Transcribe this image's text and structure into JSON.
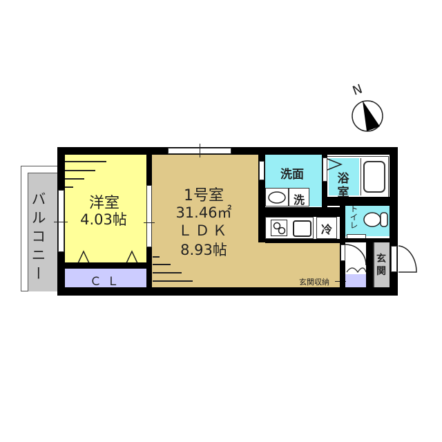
{
  "floorplan": {
    "unit_name": "1号室",
    "unit_area": "31.46㎡",
    "ldk": {
      "label": "ＬＤＫ",
      "size": "8.93帖",
      "color": "#e0c98a"
    },
    "western_room": {
      "label": "洋室",
      "size": "4.03帖",
      "color": "#ffff99"
    },
    "closet": {
      "label": "ＣＬ",
      "color": "#ccccff"
    },
    "balcony": {
      "label": "バルコニー",
      "color": "#c8c8c8"
    },
    "washroom": {
      "label": "洗面",
      "color": "#99eef5"
    },
    "washer": {
      "label": "洗"
    },
    "bathroom": {
      "label_top": "浴",
      "label_bottom": "室",
      "color": "#99eef5"
    },
    "toilet": {
      "label": "トイレ",
      "color": "#99eef5"
    },
    "fridge": {
      "label": "冷"
    },
    "entrance": {
      "label_top": "玄",
      "label_bottom": "関",
      "color": "#c8c8c8"
    },
    "entrance_storage": {
      "label": "玄関収納",
      "color": "#ccccff"
    },
    "compass": {
      "label": "N"
    }
  }
}
